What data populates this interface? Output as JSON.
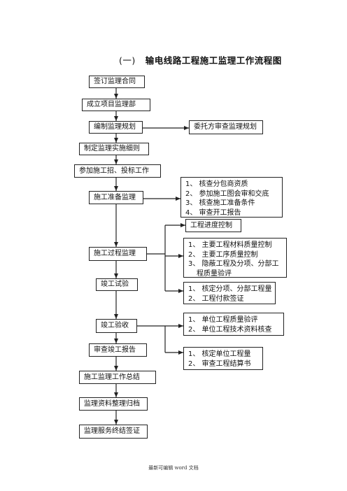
{
  "title": {
    "number": "(一)",
    "text": "输电线路工程施工监理工作流程图"
  },
  "main_steps": [
    "签订监理合同",
    "成立项目监理部",
    "编制监理规划",
    "制定监理实施细则",
    "参加施工招、投标工作",
    "施工准备监理",
    "施工过程监理",
    "竣工试验",
    "竣工验收",
    "审查竣工报告",
    "施工监理工作总结",
    "监理资料整理归档",
    "监理服务终结签证"
  ],
  "side_boxes": {
    "plan_review": "委托方审查监理规划",
    "prep_items": [
      "1、 核查分包商资质",
      "2、 参加施工图会审和交底",
      "3、 核查施工准备条件",
      "4、 审查开工报告"
    ],
    "progress_control": "工程进度控制",
    "quality_items": [
      "1、 主要工程材料质量控制",
      "2、 主要工序质量控制",
      "3、 隐蔽工程及分项、分部工",
      "程质量验评"
    ],
    "payment_items": [
      "1、 核定分项、分部工程量",
      "2、 工程付款签证"
    ],
    "acceptance_items": [
      "1、 单位工程质量验评",
      "2、 单位工程技术资料核查"
    ],
    "settlement_items": [
      "1、 核定单位工程量",
      "2、 审查工程结算书"
    ]
  },
  "footer": "最新可编辑 word 文档"
}
